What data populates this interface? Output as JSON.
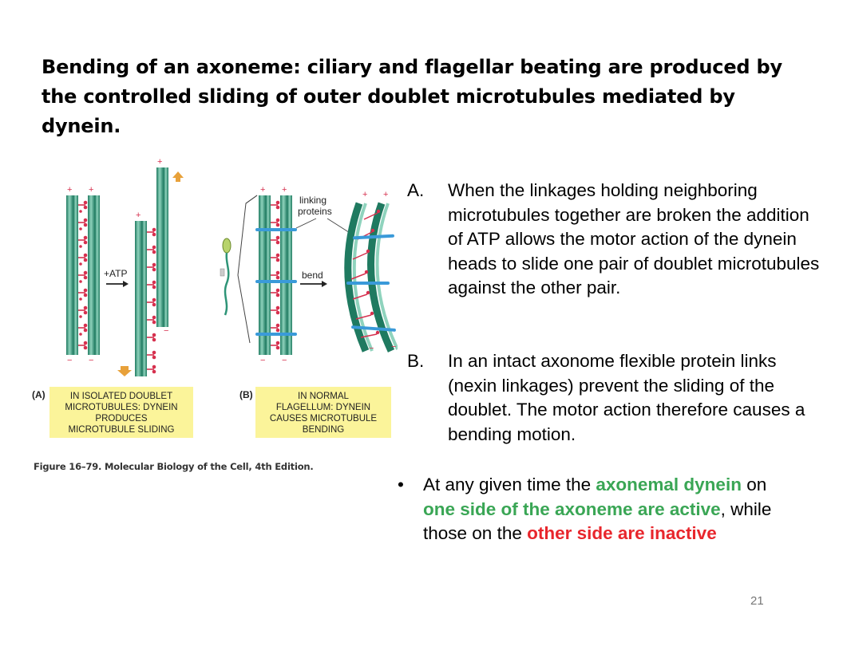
{
  "slide": {
    "title": "Bending of an axoneme: ciliary and flagellar beating are produced by the controlled sliding of outer doublet microtubules mediated by dynein.",
    "page_number": "21"
  },
  "figure": {
    "caption": "Figure 16–79. Molecular Biology of the Cell, 4th Edition.",
    "panel_a": {
      "letter": "(A)",
      "box_lines": [
        "IN ISOLATED DOUBLET",
        "MICROTUBULES: DYNEIN",
        "PRODUCES",
        "MICROTUBULE SLIDING"
      ],
      "arrow_label": "+ATP"
    },
    "panel_b": {
      "letter": "(B)",
      "box_lines": [
        "IN NORMAL",
        "FLAGELLUM: DYNEIN",
        "CAUSES MICROTUBULE",
        "BENDING"
      ],
      "linking_label_1": "linking",
      "linking_label_2": "proteins",
      "arrow_label": "bend"
    },
    "plus": "+",
    "minus": "−",
    "colors": {
      "tube": "#2e9477",
      "tube_light": "#8fd3bd",
      "dynein": "#d6304e",
      "link": "#3a9ad9",
      "box": "#fbf49a",
      "arrow": "#e8a13a"
    }
  },
  "points": {
    "a": {
      "marker": "A.",
      "text": "When the linkages holding neighboring microtubules together are broken the addition of ATP allows the motor action of the dynein heads to slide one pair of doublet microtubules against the other pair."
    },
    "b": {
      "marker": "B.",
      "text": "In an intact axonome flexible protein links (nexin linkages) prevent the sliding of the doublet.  The motor action therefore causes a bending motion."
    },
    "bullet": {
      "dot": "•",
      "t1": "At any given time the ",
      "t2": "axonemal dynein",
      "t3": " on ",
      "t4": "one side of the axoneme are active",
      "t5": ", while those on the ",
      "t6": "other side are inactive"
    }
  }
}
